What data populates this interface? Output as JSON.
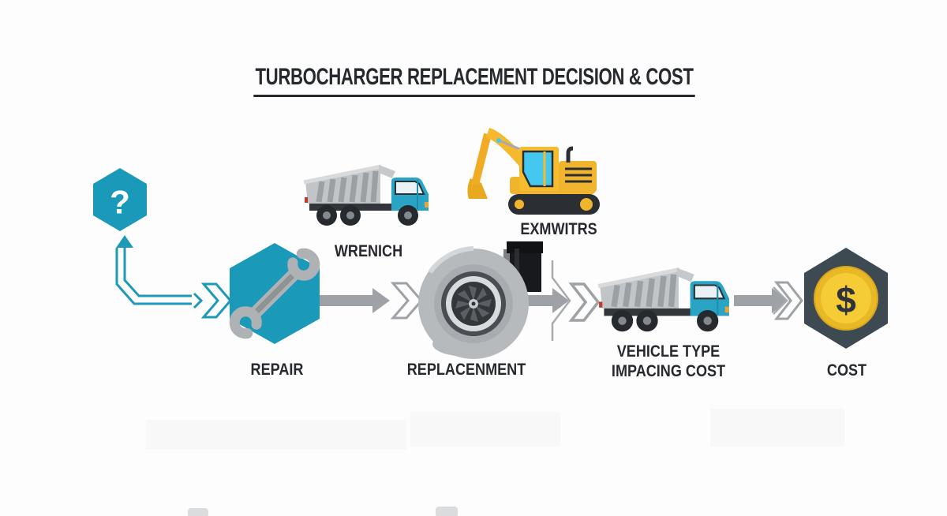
{
  "title": "TURBOCHARGER REPLACEMENT DECISION & COST",
  "flow": {
    "question": {
      "symbol": "?"
    },
    "repair": {
      "label": "REPAIR"
    },
    "dump_truck_top": {
      "label": "WRENICH"
    },
    "excavator": {
      "label": "EXMWITRS"
    },
    "turbocharger": {
      "label": "REPLACENMENT"
    },
    "dump_truck_right": {
      "label_line1": "VEHICLE TYPE",
      "label_line2": "IMPACING COST"
    },
    "cost": {
      "symbol": "$",
      "label": "COST"
    }
  },
  "colors": {
    "teal": "#1B99B9",
    "teal_arrow": "#1E9AB8",
    "truck_cab_teal": "#29A4C5",
    "dark_slate": "#3E4A52",
    "coin_gold": "#F6CC36",
    "coin_gold_dark": "#E9B827",
    "gray_arrow": "#9EA2A6",
    "machine_yellow": "#F5B82E",
    "turbo_gray": "#B6BABD",
    "text_dark": "#26292E",
    "background": "#FDFDFD"
  }
}
